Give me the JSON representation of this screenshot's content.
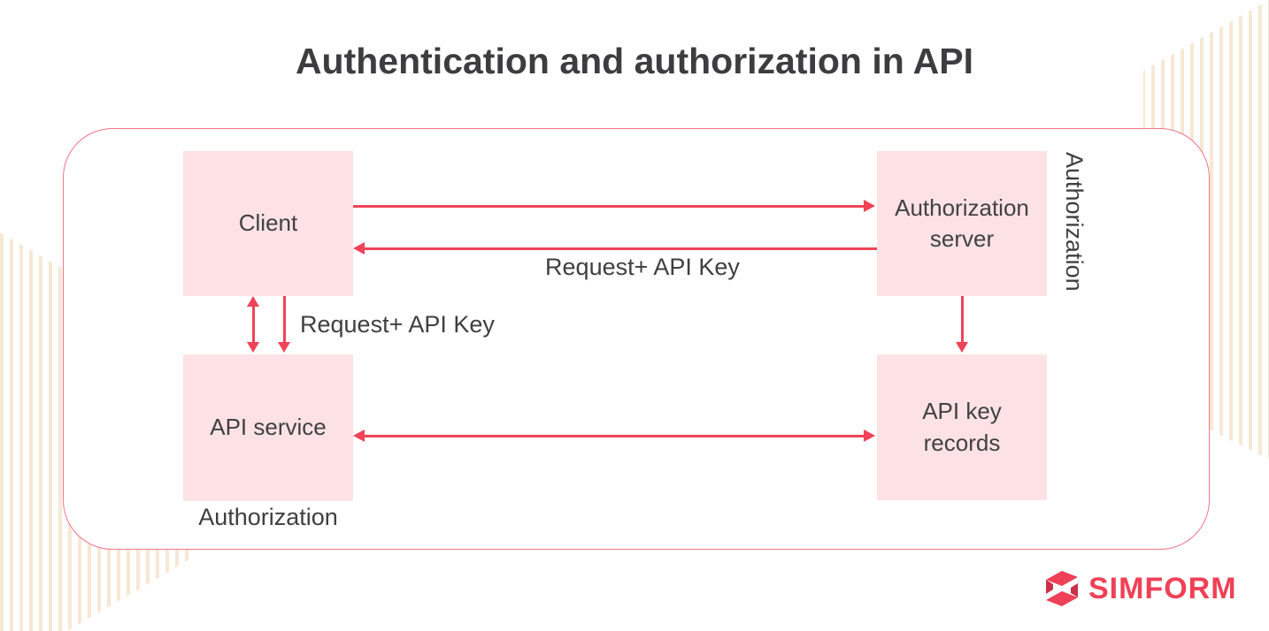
{
  "title": "Authentication and authorization in API",
  "nodes": {
    "client": "Client",
    "auth_server": "Authorization server",
    "api_service": "API service",
    "api_key_records": "API key records"
  },
  "labels": {
    "request_top": "Request+ API Key",
    "request_left": "Request+ API Key",
    "auth_right": "Authorization",
    "auth_bottom": "Authorization"
  },
  "edges": [
    {
      "from": "client",
      "to": "auth_server",
      "direction": "right",
      "label": ""
    },
    {
      "from": "auth_server",
      "to": "client",
      "direction": "left",
      "label": "Request+ API Key"
    },
    {
      "from": "client",
      "to": "api_service",
      "direction": "both-vertical",
      "label": "Request+ API Key"
    },
    {
      "from": "auth_server",
      "to": "api_key_records",
      "direction": "down",
      "label": ""
    },
    {
      "from": "api_service",
      "to": "api_key_records",
      "direction": "both-horizontal",
      "label": ""
    }
  ],
  "brand": {
    "name": "SIMFORM"
  },
  "colors": {
    "box_fill": "#fce2e4",
    "arrow": "#ef4358",
    "panel_border": "#f0758a",
    "stripe": "#f6e8d5",
    "title_text": "#3d3d3f",
    "brand_red": "#ef4156"
  }
}
